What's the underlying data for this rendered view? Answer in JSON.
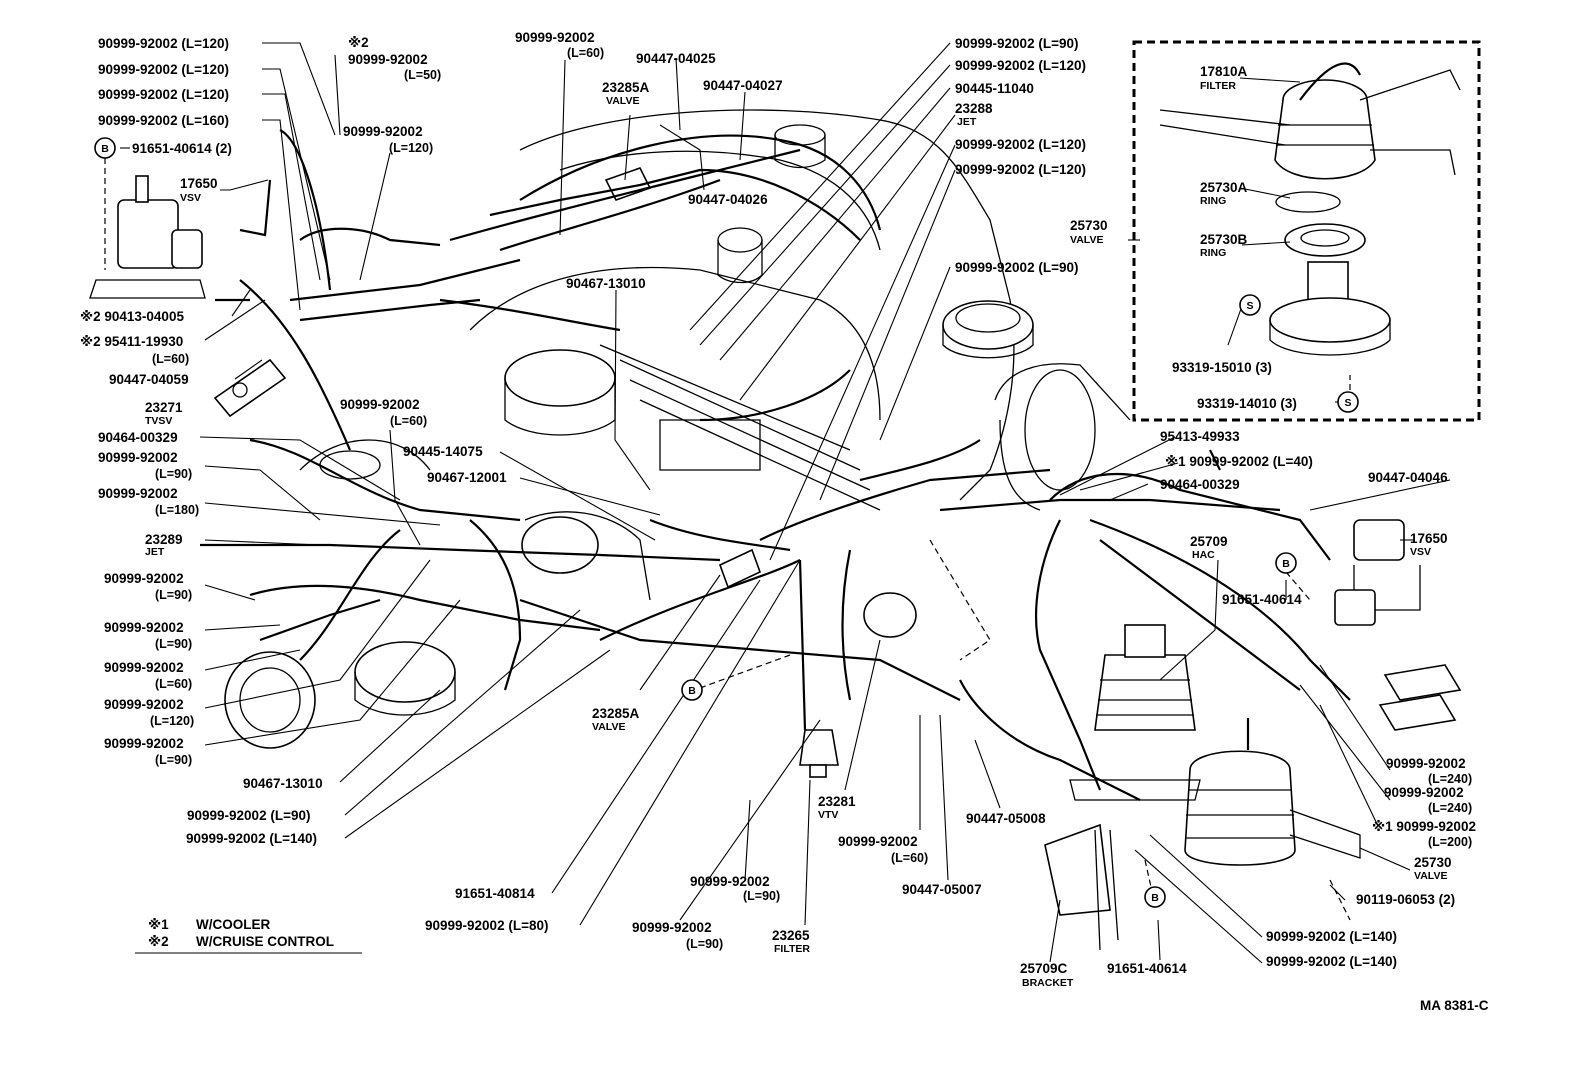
{
  "diagram_code": "MA 8381-C",
  "legend": [
    {
      "mark": "※1",
      "text": "W/COOLER"
    },
    {
      "mark": "※2",
      "text": "W/CRUISE CONTROL"
    }
  ],
  "labels": {
    "l1": "90999-92002 (L=120)",
    "l2": "90999-92002 (L=120)",
    "l3": "90999-92002 (L=120)",
    "l4": "90999-92002 (L=160)",
    "l5": "※2",
    "l6": "90999-92002",
    "l6b": "(L=50)",
    "l7": "90999-92002",
    "l7b": "(L=120)",
    "l8": "91651-40614 (2)",
    "l9": "17650",
    "l9b": "VSV",
    "l10": "※2 90413-04005",
    "l11": "※2 95411-19930",
    "l11b": "(L=60)",
    "l12": "90447-04059",
    "l13": "23271",
    "l13b": "TVSV",
    "l14": "90999-92002",
    "l14b": "(L=60)",
    "l15": "90464-00329",
    "l16": "90999-92002",
    "l16b": "(L=90)",
    "l17": "90999-92002",
    "l17b": "(L=180)",
    "l18": "23289",
    "l18b": "JET",
    "l19": "90999-92002",
    "l19b": "(L=90)",
    "l20": "90999-92002",
    "l20b": "(L=90)",
    "l21": "90999-92002",
    "l21b": "(L=60)",
    "l22": "90999-92002",
    "l22b": "(L=120)",
    "l23": "90999-92002",
    "l23b": "(L=90)",
    "l24": "90467-13010",
    "l25": "90999-92002 (L=90)",
    "l26": "90999-92002 (L=140)",
    "l27": "90999-92002",
    "l27b": "(L=60)",
    "l28": "90447-04025",
    "l29": "23285A",
    "l29b": "VALVE",
    "l30": "90447-04027",
    "l31": "90447-04026",
    "l32": "90467-13010",
    "l33": "90445-14075",
    "l34": "90467-12001",
    "l35": "23285A",
    "l35b": "VALVE",
    "l36": "91651-40814",
    "l37": "90999-92002 (L=80)",
    "l38": "90999-92002",
    "l38b": "(L=90)",
    "l39": "90999-92002",
    "l39b": "(L=90)",
    "l40": "23265",
    "l40b": "FILTER",
    "l41": "23281",
    "l41b": "VTV",
    "l42": "90999-92002",
    "l42b": "(L=60)",
    "l43": "90447-05007",
    "l44": "90447-05008",
    "l45": "90999-92002 (L=90)",
    "l46": "90999-92002 (L=120)",
    "l47": "90445-11040",
    "l48": "23288",
    "l48b": "JET",
    "l49": "90999-92002 (L=120)",
    "l50": "90999-92002 (L=120)",
    "l51": "90999-92002 (L=90)",
    "l52": "17810A",
    "l52b": "FILTER",
    "l53": "25730A",
    "l53b": "RING",
    "l54": "25730",
    "l54b": "VALVE",
    "l55": "25730B",
    "l55b": "RING",
    "l56": "93319-15010 (3)",
    "l57": "93319-14010 (3)",
    "l58": "95413-49933",
    "l59": "※1 90999-92002 (L=40)",
    "l60": "90464-00329",
    "l61": "90447-04046",
    "l62": "25709",
    "l62b": "HAC",
    "l63": "17650",
    "l63b": "VSV",
    "l64": "91651-40614",
    "l65": "90999-92002",
    "l65b": "(L=240)",
    "l66": "90999-92002",
    "l66b": "(L=240)",
    "l67": "※1 90999-92002",
    "l67b": "(L=200)",
    "l68": "25730",
    "l68b": "VALVE",
    "l69": "90119-06053 (2)",
    "l70": "90999-92002 (L=140)",
    "l71": "90999-92002 (L=140)",
    "l72": "91651-40614",
    "l73": "25709C",
    "l73b": "BRACKET"
  },
  "marks": {
    "b": "B",
    "s": "S"
  }
}
